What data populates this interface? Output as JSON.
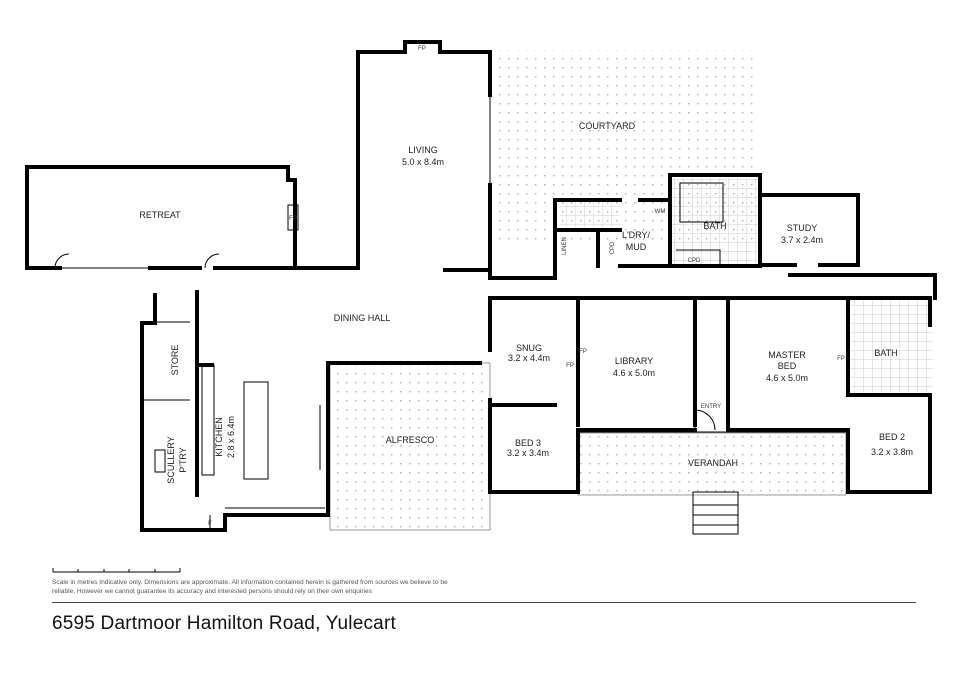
{
  "rooms": {
    "retreat": {
      "name": "RETREAT"
    },
    "living": {
      "name": "LIVING",
      "size": "5.0 x 8.4m"
    },
    "courtyard": {
      "name": "COURTYARD"
    },
    "dining_hall": {
      "name": "DINING HALL"
    },
    "alfresco": {
      "name": "ALFRESCO"
    },
    "store": {
      "name": "STORE"
    },
    "kitchen": {
      "name": "KITCHEN",
      "size": "2.8 x 6.4m"
    },
    "scullery": {
      "name": "SCULLERY",
      "name2": "P'TRY"
    },
    "snug": {
      "name": "SNUG",
      "size": "3.2 x 4.4m"
    },
    "bed3": {
      "name": "BED 3",
      "size": "3.2 x 3.4m"
    },
    "library": {
      "name": "LIBRARY",
      "size": "4.6 x 5.0m"
    },
    "entry": {
      "name": "ENTRY"
    },
    "master": {
      "name": "MASTER",
      "name2": "BED",
      "size": "4.6 x 5.0m"
    },
    "bath_ensuite": {
      "name": "BATH"
    },
    "bed2": {
      "name": "BED 2",
      "size": "3.2 x 3.8m"
    },
    "verandah": {
      "name": "VERANDAH"
    },
    "laundry": {
      "name": "L'DRY/",
      "name2": "MUD"
    },
    "bath_main": {
      "name": "BATH"
    },
    "study": {
      "name": "STUDY",
      "size": "3.7 x 2.4m"
    }
  },
  "fixtures": {
    "fp": "FP",
    "f": "F",
    "cpd": "CPD",
    "wm": "WM",
    "linen": "LINEN"
  },
  "disclaimer": "Scale in metres Indicative only. Dimensions are approximate. All information contained herein is gathered from sources we believe to be reliable. However we cannot guarantee its accuracy and interested persons should rely on their own enquiries",
  "address": "6595 Dartmoor Hamilton Road, Yulecart"
}
